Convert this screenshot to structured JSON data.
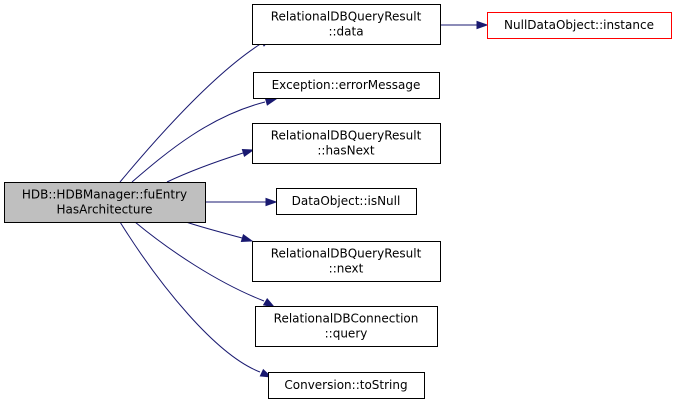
{
  "colors": {
    "edge": "#191970",
    "node_border": "#000000",
    "node_fill": "#ffffff",
    "focus_fill": "#bfbfbf",
    "truncated_border": "#ff0000"
  },
  "nodes": [
    {
      "id": "fuEntry",
      "lines": [
        "HDB::HDBManager::fuEntry",
        "HasArchitecture"
      ],
      "style": "focus"
    },
    {
      "id": "data",
      "lines": [
        "RelationalDBQueryResult",
        "::data"
      ],
      "style": "normal"
    },
    {
      "id": "instance",
      "lines": [
        "NullDataObject::instance"
      ],
      "style": "truncated"
    },
    {
      "id": "errorMessage",
      "lines": [
        "Exception::errorMessage"
      ],
      "style": "normal"
    },
    {
      "id": "hasNext",
      "lines": [
        "RelationalDBQueryResult",
        "::hasNext"
      ],
      "style": "normal"
    },
    {
      "id": "isNull",
      "lines": [
        "DataObject::isNull"
      ],
      "style": "normal"
    },
    {
      "id": "next",
      "lines": [
        "RelationalDBQueryResult",
        "::next"
      ],
      "style": "normal"
    },
    {
      "id": "query",
      "lines": [
        "RelationalDBConnection",
        "::query"
      ],
      "style": "normal"
    },
    {
      "id": "toString",
      "lines": [
        "Conversion::toString"
      ],
      "style": "normal"
    }
  ],
  "edges": [
    {
      "from": "fuEntry",
      "to": "data"
    },
    {
      "from": "fuEntry",
      "to": "errorMessage"
    },
    {
      "from": "fuEntry",
      "to": "hasNext"
    },
    {
      "from": "fuEntry",
      "to": "isNull"
    },
    {
      "from": "fuEntry",
      "to": "next"
    },
    {
      "from": "fuEntry",
      "to": "query"
    },
    {
      "from": "fuEntry",
      "to": "toString"
    },
    {
      "from": "data",
      "to": "instance"
    }
  ]
}
